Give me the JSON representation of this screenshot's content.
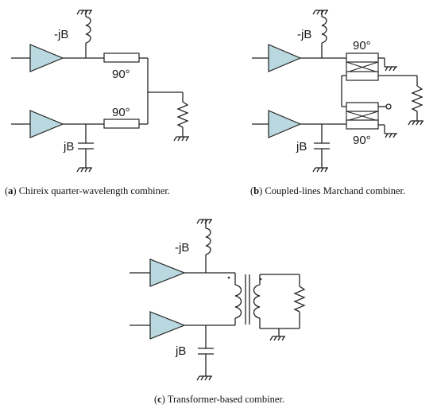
{
  "panel_a": {
    "labels": {
      "inductor": "-jB",
      "capacitor": "jB",
      "line_top": "90°",
      "line_bottom": "90°"
    },
    "caption": {
      "tag": "a",
      "text": "Chireix quarter-wavelength combiner."
    }
  },
  "panel_b": {
    "labels": {
      "inductor": "-jB",
      "capacitor": "jB",
      "line_top": "90°",
      "line_bottom": "90°"
    },
    "caption": {
      "tag": "b",
      "text": "Coupled-lines Marchand combiner."
    }
  },
  "panel_c": {
    "labels": {
      "inductor": "-jB",
      "capacitor": "jB"
    },
    "caption": {
      "tag": "c",
      "text": "Transformer-based combiner."
    }
  }
}
